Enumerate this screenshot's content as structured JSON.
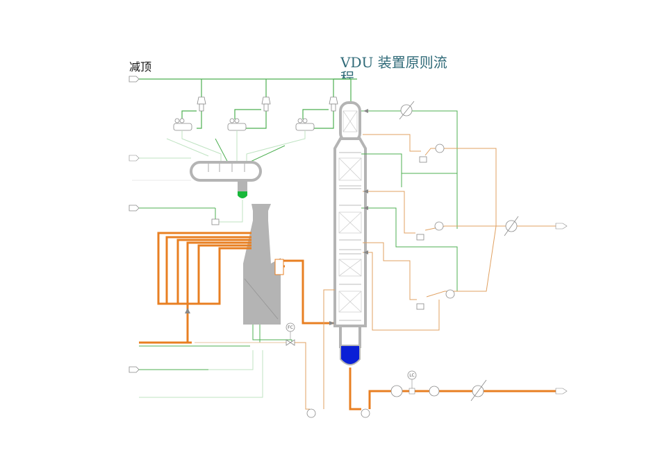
{
  "diagram": {
    "title": "VDU 装置原则流",
    "title_overflow": "程",
    "side_label": "减顶",
    "instrument_tags": {
      "fc": "FC",
      "lc": "LC"
    }
  },
  "colors": {
    "gas_line": "#4caf50",
    "light_gas_line": "#bfe3c2",
    "oil_line": "#e0a060",
    "heavy_oil_line": "#e87f22",
    "equipment_gray": "#b4b4b4",
    "equipment_outline": "#9a9a9a",
    "drum_water": "#18b83a",
    "column_bottom": "#0a1fd6",
    "arrow": "#8a8a8a"
  }
}
